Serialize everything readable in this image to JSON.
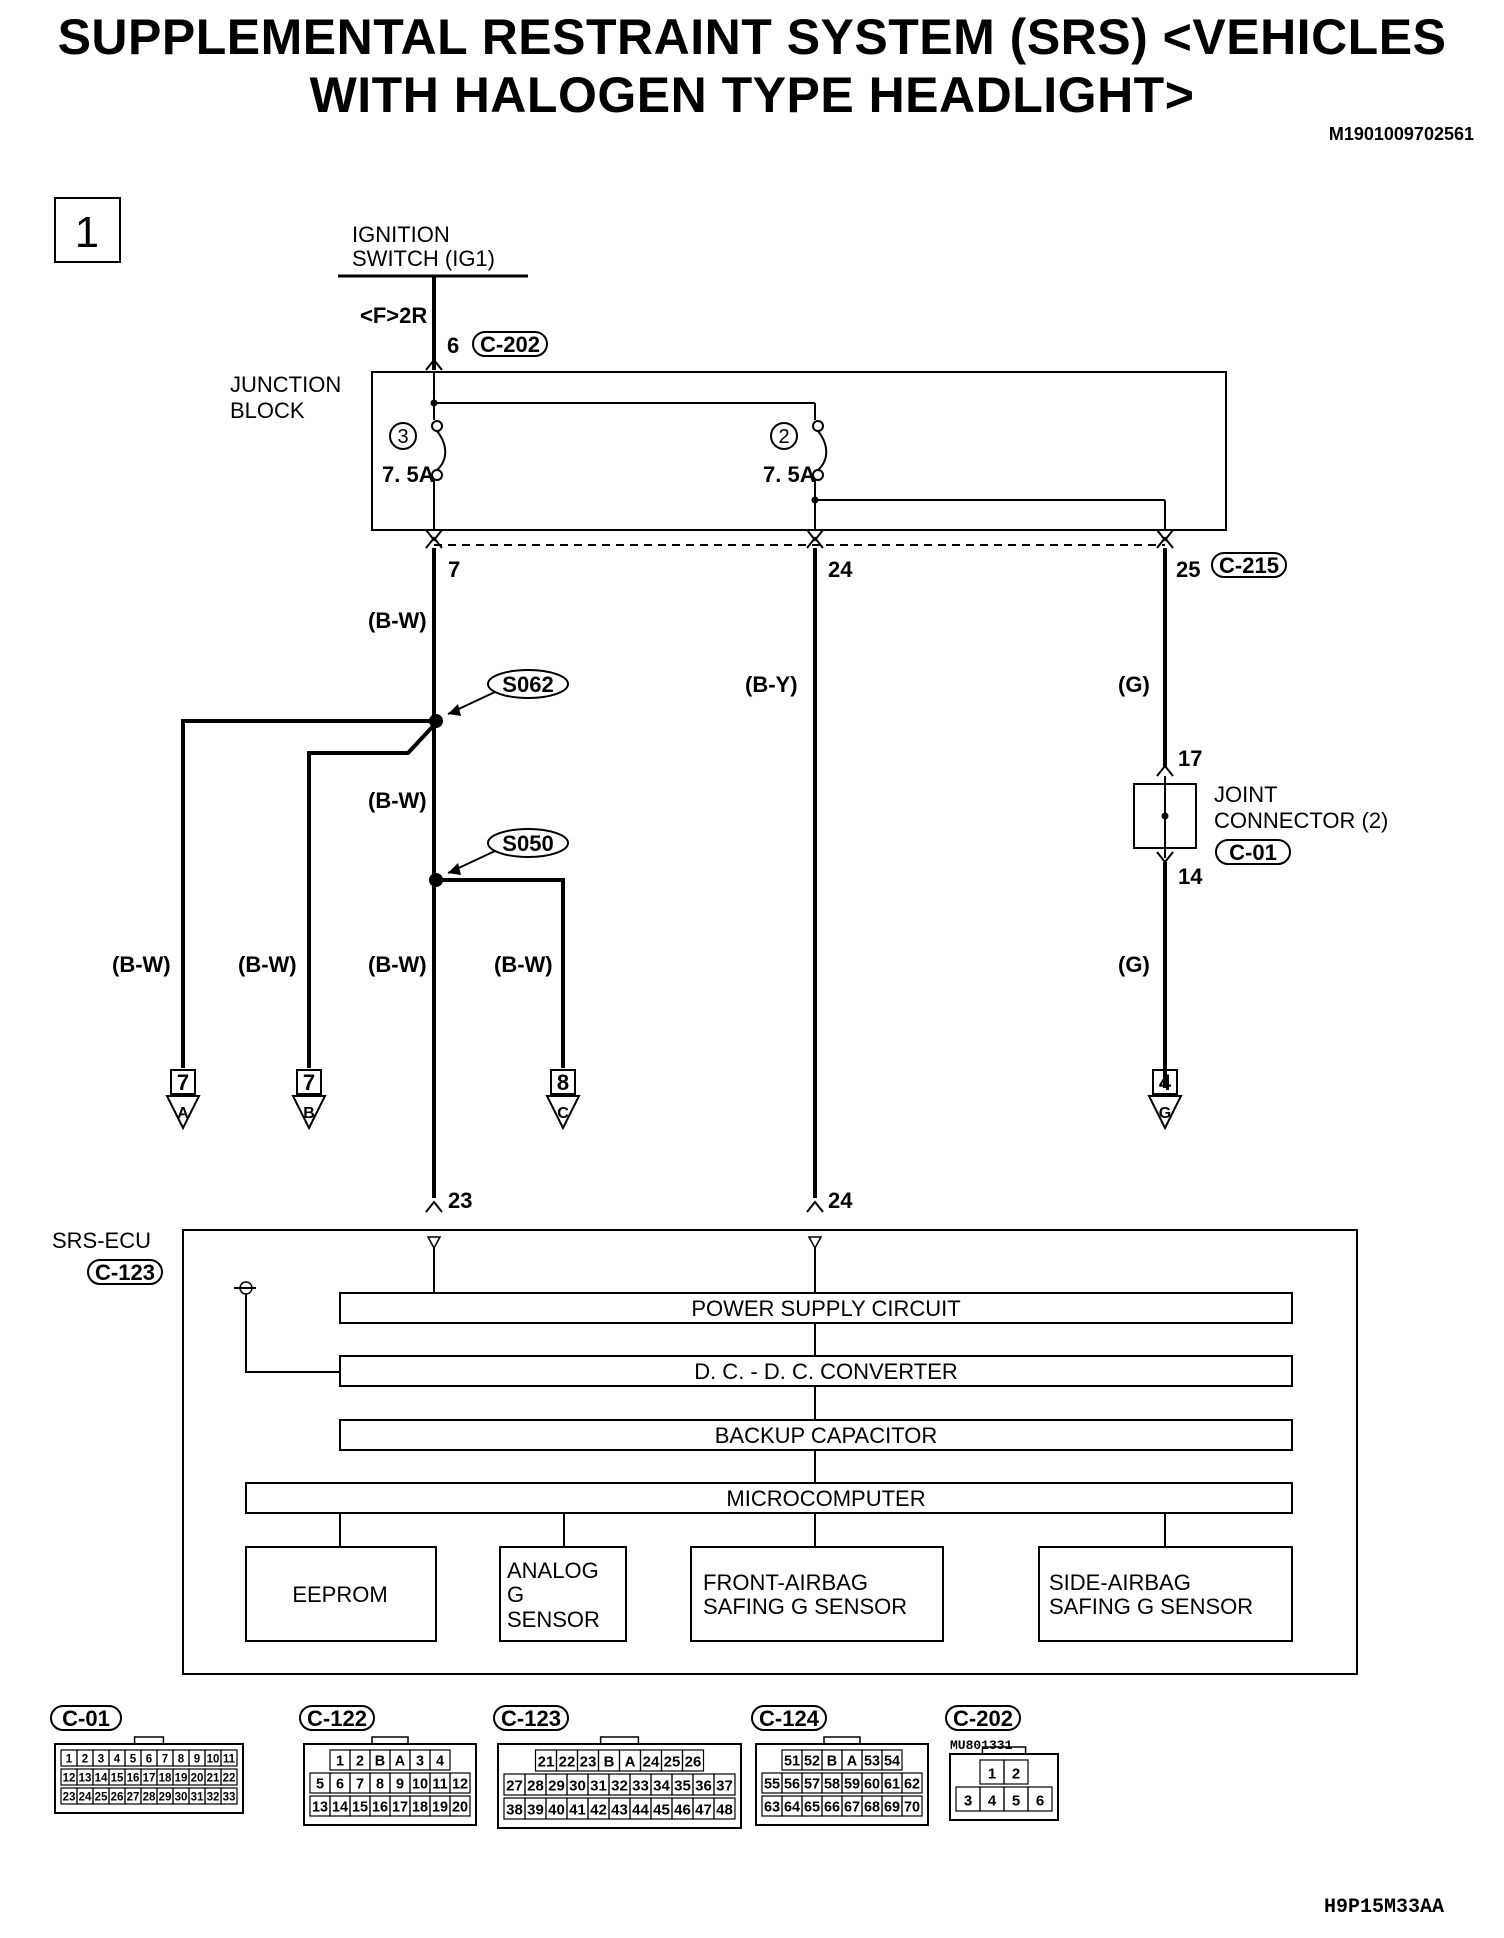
{
  "title_line1": "SUPPLEMENTAL RESTRAINT SYSTEM (SRS) <VEHICLES",
  "title_line2": "WITH HALOGEN TYPE HEADLIGHT>",
  "doc_id": "M1901009702561",
  "footer_id": "H9P15M33AA",
  "section_number": "1",
  "ignition_line1": "IGNITION",
  "ignition_line2": "SWITCH (IG1)",
  "ign_pin_label": "<F>2R",
  "junction_block_line1": "JUNCTION",
  "junction_block_line2": "BLOCK",
  "fuse3_num": "3",
  "fuse2_num": "2",
  "fuse3_rating": "7. 5A",
  "fuse2_rating": "7. 5A",
  "pin_6": "6",
  "conn_c202": "C-202",
  "pin_7": "7",
  "pin_24_top": "24",
  "pin_25": "25",
  "conn_c215": "C-215",
  "wire_bw": "(B-W)",
  "wire_by": "(B-Y)",
  "wire_g": "(G)",
  "splice_s062": "S062",
  "splice_s050": "S050",
  "joint_pin_17": "17",
  "joint_pin_14": "14",
  "joint_line1": "JOINT",
  "joint_line2": "CONNECTOR (2)",
  "conn_c01": "C-01",
  "terminals": [
    {
      "num": "7",
      "letter": "A"
    },
    {
      "num": "7",
      "letter": "B"
    },
    {
      "num": "8",
      "letter": "C"
    },
    {
      "num": "4",
      "letter": "G"
    }
  ],
  "pin_23": "23",
  "pin_24_bottom": "24",
  "ecu_label": "SRS-ECU",
  "conn_c123": "C-123",
  "blocks": {
    "power_supply": "POWER SUPPLY CIRCUIT",
    "dcdc": "D. C. - D. C. CONVERTER",
    "backup": "BACKUP CAPACITOR",
    "micro": "MICROCOMPUTER",
    "eeprom": "EEPROM",
    "analog_line1": "ANALOG",
    "analog_line2": "G",
    "analog_line3": "SENSOR",
    "front_line1": "FRONT-AIRBAG",
    "front_line2": "SAFING G SENSOR",
    "side_line1": "SIDE-AIRBAG",
    "side_line2": "SAFING G SENSOR"
  },
  "connector_views": [
    {
      "label": "C-01",
      "rows": [
        [
          "1",
          "2",
          "3",
          "4",
          "5",
          "6",
          "7",
          "8",
          "9",
          "10",
          "11"
        ],
        [
          "12",
          "13",
          "14",
          "15",
          "16",
          "17",
          "18",
          "19",
          "20",
          "21",
          "22"
        ],
        [
          "23",
          "24",
          "25",
          "26",
          "27",
          "28",
          "29",
          "30",
          "31",
          "32",
          "33"
        ]
      ]
    },
    {
      "label": "C-122",
      "rows": [
        [
          "1",
          "2",
          "B",
          "A",
          "3",
          "4"
        ],
        [
          "5",
          "6",
          "7",
          "8",
          "9",
          "10",
          "11",
          "12"
        ],
        [
          "13",
          "14",
          "15",
          "16",
          "17",
          "18",
          "19",
          "20"
        ]
      ]
    },
    {
      "label": "C-123",
      "rows": [
        [
          "21",
          "22",
          "23",
          "B",
          "A",
          "24",
          "25",
          "26"
        ],
        [
          "27",
          "28",
          "29",
          "30",
          "31",
          "32",
          "33",
          "34",
          "35",
          "36",
          "37"
        ],
        [
          "38",
          "39",
          "40",
          "41",
          "42",
          "43",
          "44",
          "45",
          "46",
          "47",
          "48"
        ]
      ]
    },
    {
      "label": "C-124",
      "rows": [
        [
          "51",
          "52",
          "B",
          "A",
          "53",
          "54"
        ],
        [
          "55",
          "56",
          "57",
          "58",
          "59",
          "60",
          "61",
          "62"
        ],
        [
          "63",
          "64",
          "65",
          "66",
          "67",
          "68",
          "69",
          "70"
        ]
      ]
    },
    {
      "label": "C-202",
      "part": "MU801331",
      "rows": [
        [
          "1",
          "2"
        ],
        [
          "3",
          "4",
          "5",
          "6"
        ]
      ]
    }
  ]
}
